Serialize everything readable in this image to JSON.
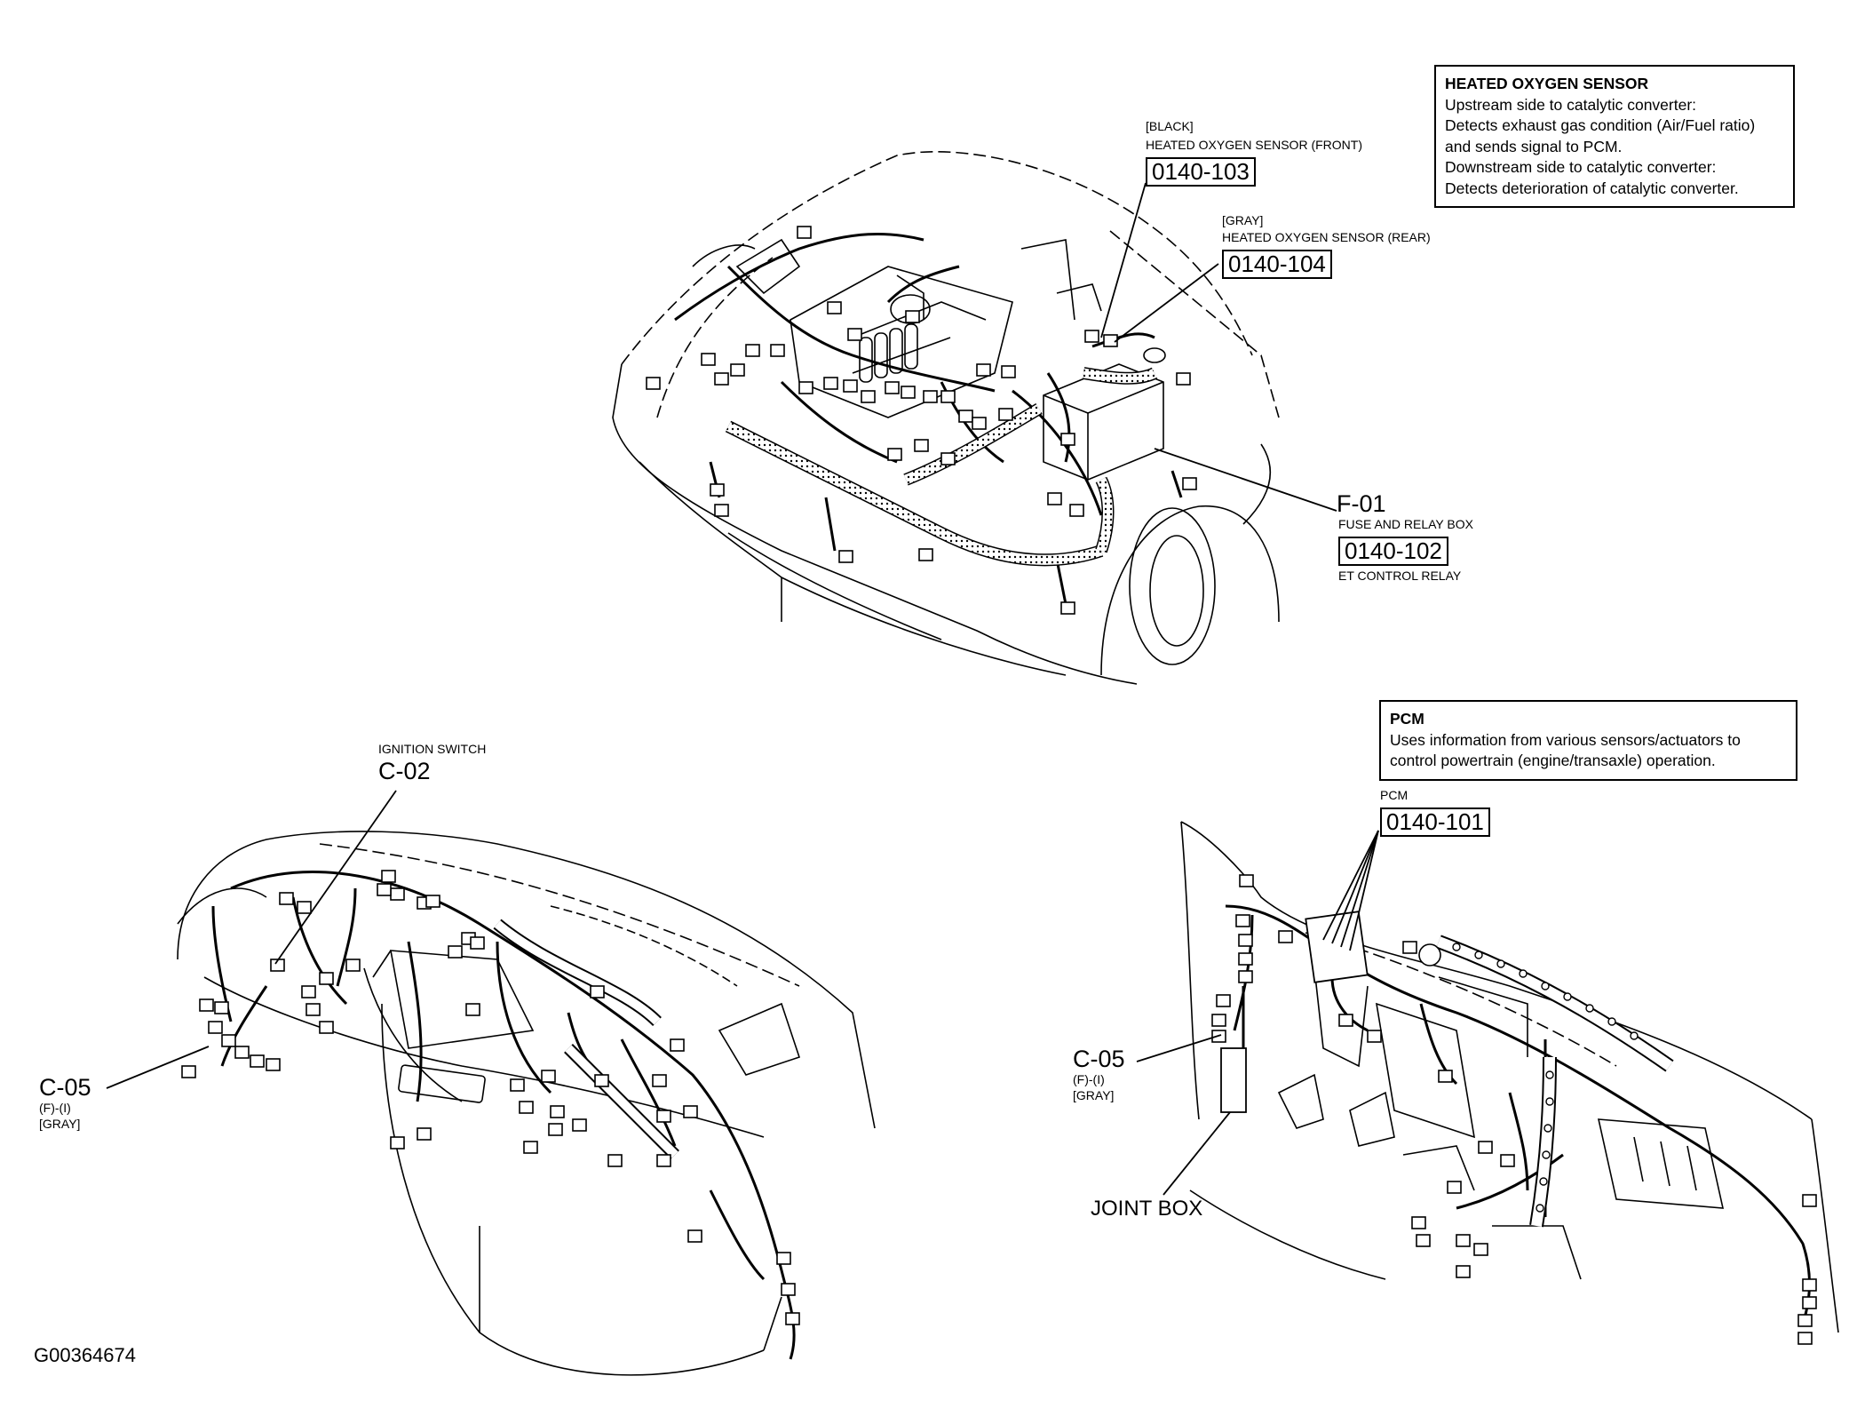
{
  "figure_id": "G00364674",
  "info_boxes": {
    "hos": {
      "title": "HEATED OXYGEN SENSOR",
      "lines": [
        "Upstream side to catalytic converter:",
        "Detects exhaust gas condition (Air/Fuel ratio)",
        "and sends signal to PCM.",
        "Downstream side to catalytic converter:",
        "Detects deterioration of catalytic converter."
      ]
    },
    "pcm": {
      "title": "PCM",
      "lines": [
        "Uses information from various sensors/actuators to",
        "control powertrain (engine/transaxle) operation."
      ]
    }
  },
  "callouts": {
    "hos_front": {
      "color": "[BLACK]",
      "name": "HEATED OXYGEN SENSOR (FRONT)",
      "code": "0140-103"
    },
    "hos_rear": {
      "color": "[GRAY]",
      "name": "HEATED OXYGEN SENSOR (REAR)",
      "code": "0140-104"
    },
    "fuse_box": {
      "id": "F-01",
      "name": "FUSE AND RELAY BOX",
      "code": "0140-102",
      "sub": "ET CONTROL RELAY"
    },
    "ignition": {
      "name": "IGNITION SWITCH",
      "id": "C-02"
    },
    "c05_left": {
      "id": "C-05",
      "line1": "(F)-(I)",
      "line2": "[GRAY]"
    },
    "pcm": {
      "name": "PCM",
      "code": "0140-101"
    },
    "c05_right": {
      "id": "C-05",
      "line1": "(F)-(I)",
      "line2": "[GRAY]"
    },
    "joint_box": {
      "name": "JOINT BOX"
    }
  }
}
